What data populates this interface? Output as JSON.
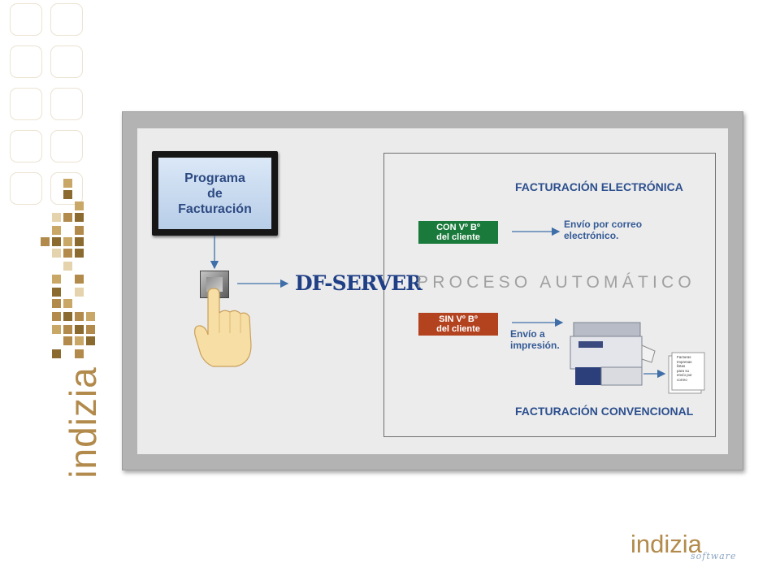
{
  "branding": {
    "vertical_logo": "indizia",
    "corner_logo": "indizia",
    "corner_subtitle": "software"
  },
  "diagram": {
    "monitor_text": "Programa\nde\nFacturación",
    "server_name": "DF-SERVER",
    "process_text": "PROCESO AUTOMÁTICO",
    "electronic_title": "FACTURACIÓN ELECTRÓNICA",
    "conventional_title": "FACTURACIÓN CONVENCIONAL",
    "with_approval": "CON Vº Bº\ndel cliente",
    "without_approval": "SIN Vº Bº\ndel cliente",
    "email_note": "Envío por correo\nelectrónico.",
    "print_note": "Envío a\nimpresión.",
    "printed_invoices": "Facturas\nImpresas\nlistas\npara su\nenvío por\ncorreo"
  },
  "colors": {
    "brand_brown": "#b28a4c",
    "approval_green": "#1a7a3b",
    "no_approval_red": "#b3421f",
    "title_blue": "#2c4f8e",
    "arrow_blue": "#3f6fa8"
  }
}
